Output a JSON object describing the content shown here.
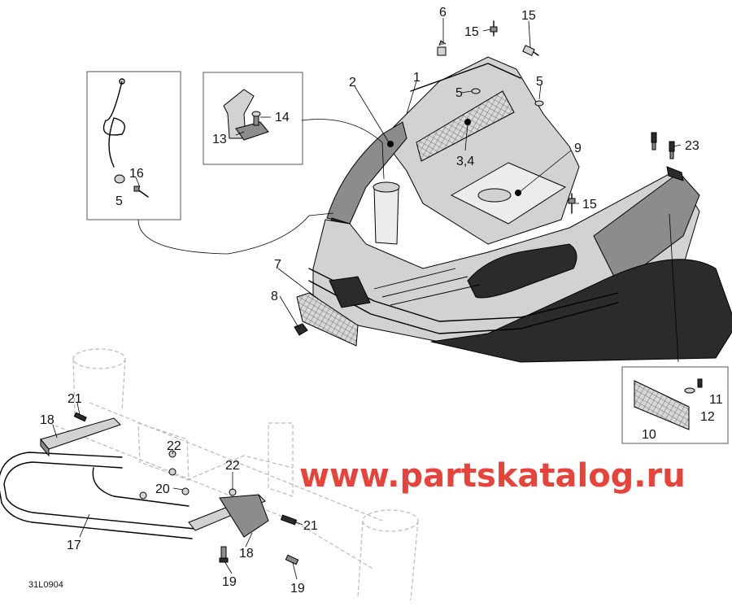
{
  "diagram": {
    "part_code": "31L0904",
    "watermark": "www.partskatalog.ru",
    "watermark_color": "#e8433a",
    "callouts": {
      "c1": "1",
      "c2": "2",
      "c3_4": "3,4",
      "c5a": "5",
      "c5b": "5",
      "c5c": "5",
      "c6": "6",
      "c7": "7",
      "c8": "8",
      "c9": "9",
      "c10": "10",
      "c11": "11",
      "c12": "12",
      "c13": "13",
      "c14": "14",
      "c15a": "15",
      "c15b": "15",
      "c15c": "15",
      "c16": "16",
      "c17": "17",
      "c18a": "18",
      "c18b": "18",
      "c19a": "19",
      "c19b": "19",
      "c20": "20",
      "c21a": "21",
      "c21b": "21",
      "c22a": "22",
      "c22b": "22",
      "c23": "23"
    }
  }
}
